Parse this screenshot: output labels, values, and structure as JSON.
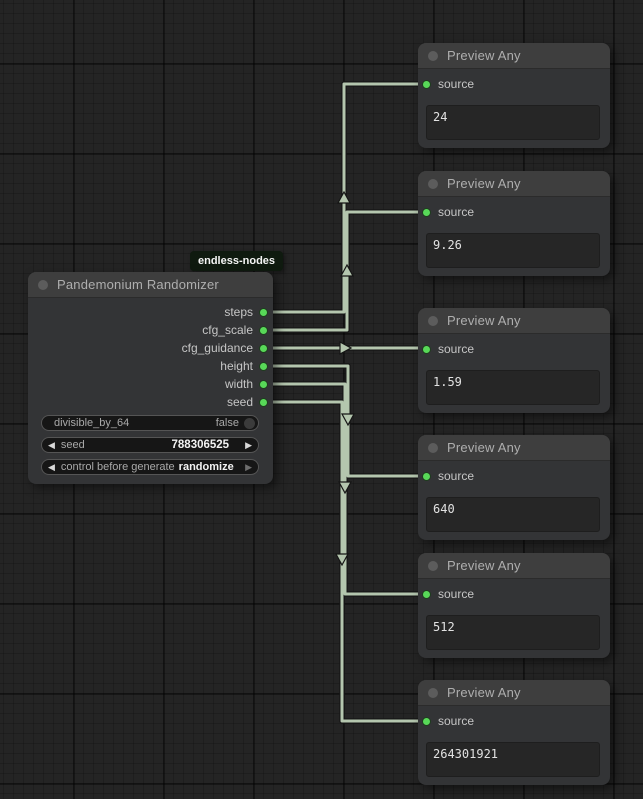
{
  "app": {
    "type": "node-graph-editor"
  },
  "badge": {
    "label": "endless-nodes"
  },
  "icons": {
    "left_arrow": "◀",
    "right_arrow": "▶"
  },
  "colors": {
    "wire": "#b4c6ae",
    "wire_outline": "#161616",
    "slot_dot": "#58d858",
    "badge_bg": "#0f1a0f",
    "node_body": "#333436",
    "node_titlebar": "#3e3e3e"
  },
  "randomizer_node": {
    "title": "Pandemonium Randomizer",
    "outputs": [
      "steps",
      "cfg_scale",
      "cfg_guidance",
      "height",
      "width",
      "seed"
    ],
    "widgets": {
      "divisible": {
        "label": "divisible_by_64",
        "value": "false"
      },
      "seed": {
        "label": "seed",
        "value": "788306525"
      },
      "control": {
        "label": "control before generate",
        "value": "randomize"
      }
    }
  },
  "preview_nodes": [
    {
      "title": "Preview Any",
      "input_label": "source",
      "value": "24"
    },
    {
      "title": "Preview Any",
      "input_label": "source",
      "value": "9.26"
    },
    {
      "title": "Preview Any",
      "input_label": "source",
      "value": "1.59"
    },
    {
      "title": "Preview Any",
      "input_label": "source",
      "value": "640"
    },
    {
      "title": "Preview Any",
      "input_label": "source",
      "value": "512"
    },
    {
      "title": "Preview Any",
      "input_label": "source",
      "value": "264301921"
    }
  ]
}
